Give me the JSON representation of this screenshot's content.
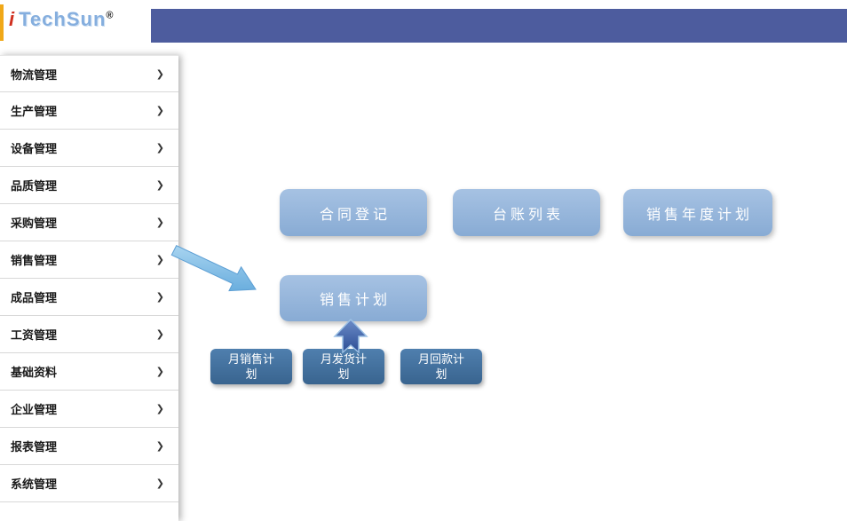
{
  "header": {
    "logo_i": "i",
    "logo_text": "TechSun",
    "logo_reg": "®"
  },
  "icons": {
    "chevron": "❯"
  },
  "sidebar": {
    "items": [
      {
        "label": "物流管理"
      },
      {
        "label": "生产管理"
      },
      {
        "label": "设备管理"
      },
      {
        "label": "品质管理"
      },
      {
        "label": "采购管理"
      },
      {
        "label": "销售管理"
      },
      {
        "label": "成品管理"
      },
      {
        "label": "工资管理"
      },
      {
        "label": "基础资料"
      },
      {
        "label": "企业管理"
      },
      {
        "label": "报表管理"
      },
      {
        "label": "系统管理"
      }
    ]
  },
  "main": {
    "primary_buttons": [
      {
        "label": "合同登记"
      },
      {
        "label": "台账列表"
      },
      {
        "label": "销售年度计划"
      }
    ],
    "sales_plan_button": {
      "label": "销售计划"
    },
    "monthly_buttons": [
      {
        "label": "月销售计划"
      },
      {
        "label": "月发货计划"
      },
      {
        "label": "月回款计划"
      }
    ]
  },
  "colors": {
    "header-bar": "#4d5c9e",
    "brand-blue": "#85aede",
    "brand-red": "#d03020",
    "accent-orange": "#f0a818",
    "button-light": "#88abd4",
    "button-dark": "#39648f",
    "arrow-light": "#7cb9e8",
    "arrow-dark": "#2c4d94"
  }
}
